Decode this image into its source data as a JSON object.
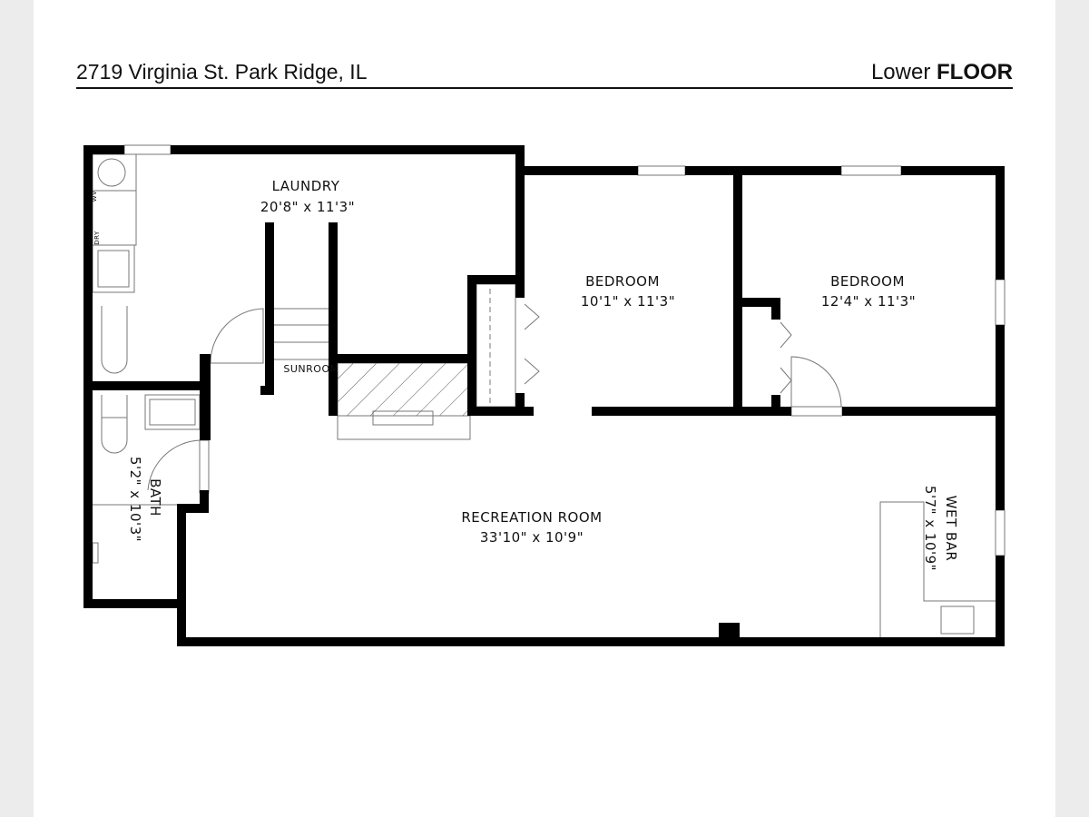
{
  "header": {
    "address": "2719 Virginia St. Park Ridge, IL",
    "floor_word": "Lower",
    "floor_bold": "FLOOR"
  },
  "rooms": [
    {
      "name": "LAUNDRY",
      "dims": "20'8\" x 11'3\""
    },
    {
      "name": "BEDROOM",
      "dims": "10'1\" x 11'3\""
    },
    {
      "name": "BEDROOM",
      "dims": "12'4\" x 11'3\""
    },
    {
      "name": "BATH",
      "dims": "5'2\" x 10'3\""
    },
    {
      "name": "RECREATION ROOM",
      "dims": "33'10\" x 10'9\""
    },
    {
      "name": "WET BAR",
      "dims": "5'7\" x 10'9\""
    },
    {
      "name": "SUNROOM",
      "dims": ""
    }
  ],
  "fixtures": {
    "washer": "WV",
    "dryer": "DRY"
  }
}
